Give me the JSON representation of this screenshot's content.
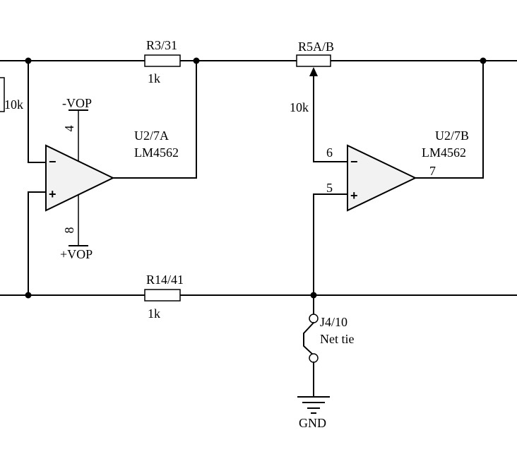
{
  "resistors": {
    "r3": {
      "ref": "R3/31",
      "value": "1k"
    },
    "r14": {
      "ref": "R14/41",
      "value": "1k"
    },
    "r5": {
      "ref": "R5A/B",
      "value": "10k"
    },
    "left_partial": {
      "value": "10k"
    }
  },
  "opamps": {
    "a": {
      "ref": "U2/7A",
      "part": "LM4562",
      "pin_supply_neg": "4",
      "pin_supply_pos": "8",
      "minus": "−",
      "plus": "+"
    },
    "b": {
      "ref": "U2/7B",
      "part": "LM4562",
      "pin_inv": "6",
      "pin_noninv": "5",
      "pin_out": "7",
      "minus": "−",
      "plus": "+"
    }
  },
  "supplies": {
    "neg": "-VOP",
    "pos": "+VOP"
  },
  "net_tie": {
    "ref": "J4/10",
    "desc": "Net tie"
  },
  "ground": {
    "label": "GND"
  }
}
